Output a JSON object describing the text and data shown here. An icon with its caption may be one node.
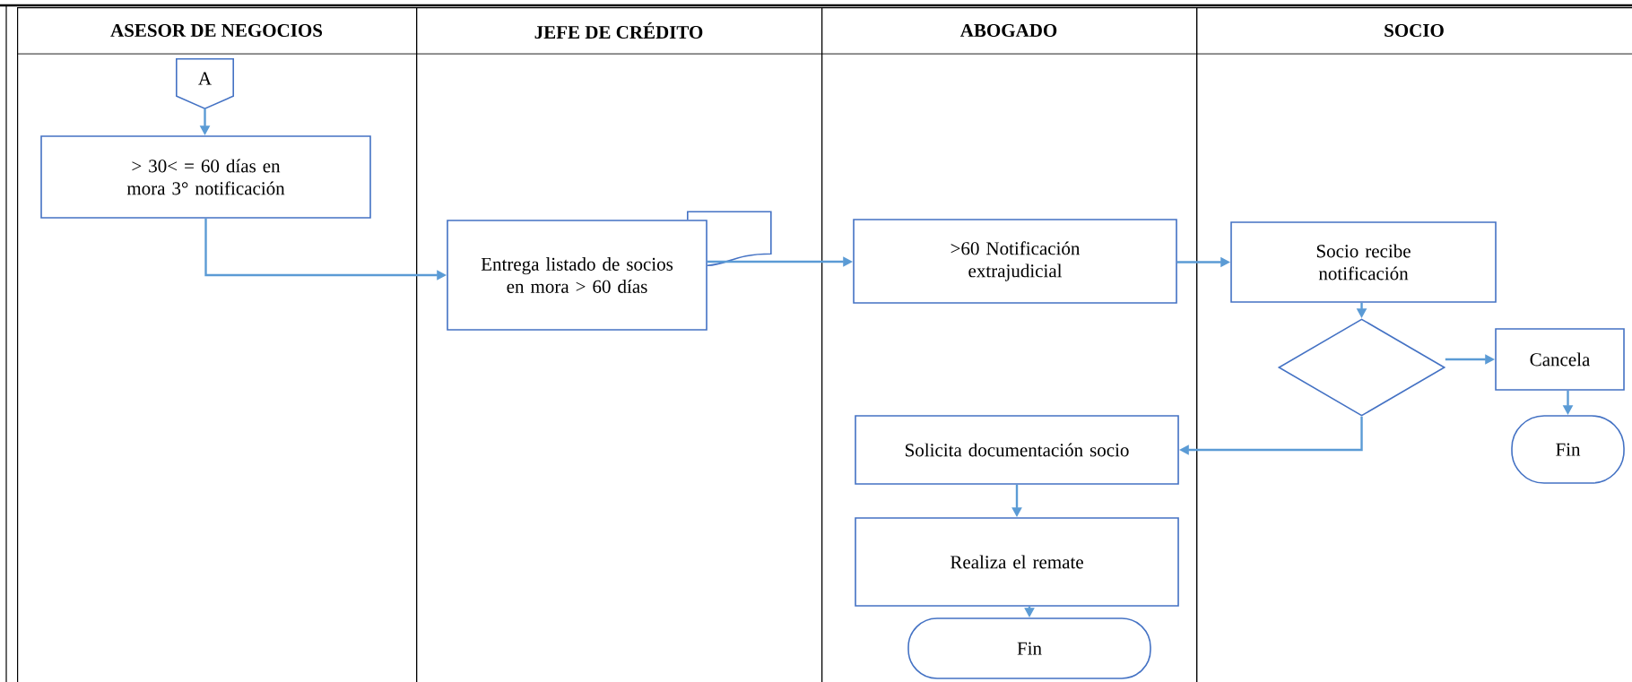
{
  "diagram": {
    "nodes": [
      {
        "text": [
          "ASESOR DE NEGOCIOS"
        ]
      },
      {
        "text": [
          "JEFE DE CRÉDITO"
        ]
      },
      {
        "text": [
          "ABOGADO"
        ]
      },
      {
        "text": [
          "SOCIO"
        ]
      },
      {
        "text": [
          "A"
        ],
        "in": 0
      },
      {
        "text": [
          "> 30< = 60 días en mora 3° notificación"
        ],
        "in": 0
      },
      {
        "text": [
          "Entrega listado de socios en mora > 60 días"
        ],
        "in": 1
      },
      {
        "text": [
          ">60 Notificación extrajudicial"
        ],
        "in": 2
      },
      {
        "text": [
          "Socio recibe notificación"
        ],
        "in": 3
      },
      {
        "text": [],
        "shape": "diamond",
        "in": 3
      },
      {
        "text": [
          "Cancela"
        ],
        "in": 3
      },
      {
        "text": [
          "Fin"
        ],
        "in": 3
      },
      {
        "text": [
          "Solicita documentación socio"
        ],
        "in": 2
      },
      {
        "text": [
          "Realiza el remate"
        ],
        "in": 2
      },
      {
        "text": [
          "Fin"
        ],
        "in": 2
      }
    ],
    "edges": [
      {
        "from": 4,
        "to": 5,
        "arrow": "to"
      },
      {
        "from": 5,
        "to": 6,
        "arrow": "to"
      },
      {
        "from": 6,
        "to": 7,
        "arrow": "to"
      },
      {
        "from": 7,
        "to": 8,
        "arrow": "to"
      },
      {
        "from": 8,
        "to": 9,
        "arrow": "to"
      },
      {
        "from": 9,
        "to": 10,
        "arrow": "to"
      },
      {
        "from": 10,
        "to": 11,
        "arrow": "to"
      },
      {
        "from": 9,
        "to": 12,
        "arrow": "to"
      },
      {
        "from": 12,
        "to": 13,
        "arrow": "to"
      },
      {
        "from": 13,
        "to": 14,
        "arrow": "to"
      }
    ]
  }
}
